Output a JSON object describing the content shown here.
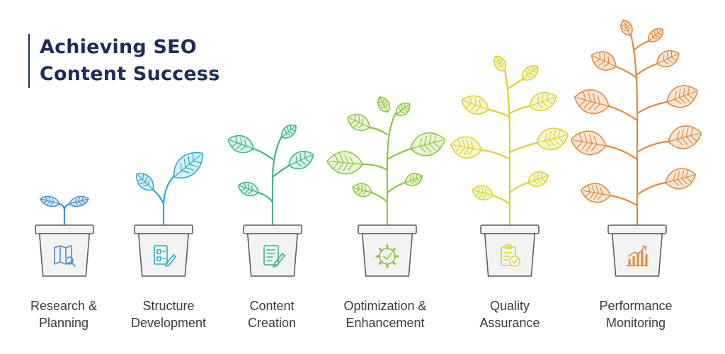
{
  "title": {
    "line1": "Achieving SEO",
    "line2": "Content Success"
  },
  "stages": [
    {
      "label1": "Research &",
      "label2": "Planning",
      "icon": "map-search-icon",
      "color": "#4a8fd8",
      "fill": "#dcebf9"
    },
    {
      "label1": "Structure",
      "label2": "Development",
      "icon": "blueprint-edit-icon",
      "color": "#2fa9c9",
      "fill": "#d6f0f6"
    },
    {
      "label1": "Content",
      "label2": "Creation",
      "icon": "document-write-icon",
      "color": "#3fb58a",
      "fill": "#d8f2e4"
    },
    {
      "label1": "Optimization &",
      "label2": "Enhancement",
      "icon": "gear-check-icon",
      "color": "#8cc63f",
      "fill": "#e8f5d6"
    },
    {
      "label1": "Quality",
      "label2": "Assurance",
      "icon": "clipboard-check-icon",
      "color": "#d9d233",
      "fill": "#f8f5cf"
    },
    {
      "label1": "Performance",
      "label2": "Monitoring",
      "icon": "growth-chart-icon",
      "color": "#e08a3c",
      "fill": "#fbe6d3"
    }
  ],
  "pot": {
    "fill": "#f3f3f3",
    "stroke": "#5e5e5e",
    "icon_stroke": "#5e5e5e"
  }
}
